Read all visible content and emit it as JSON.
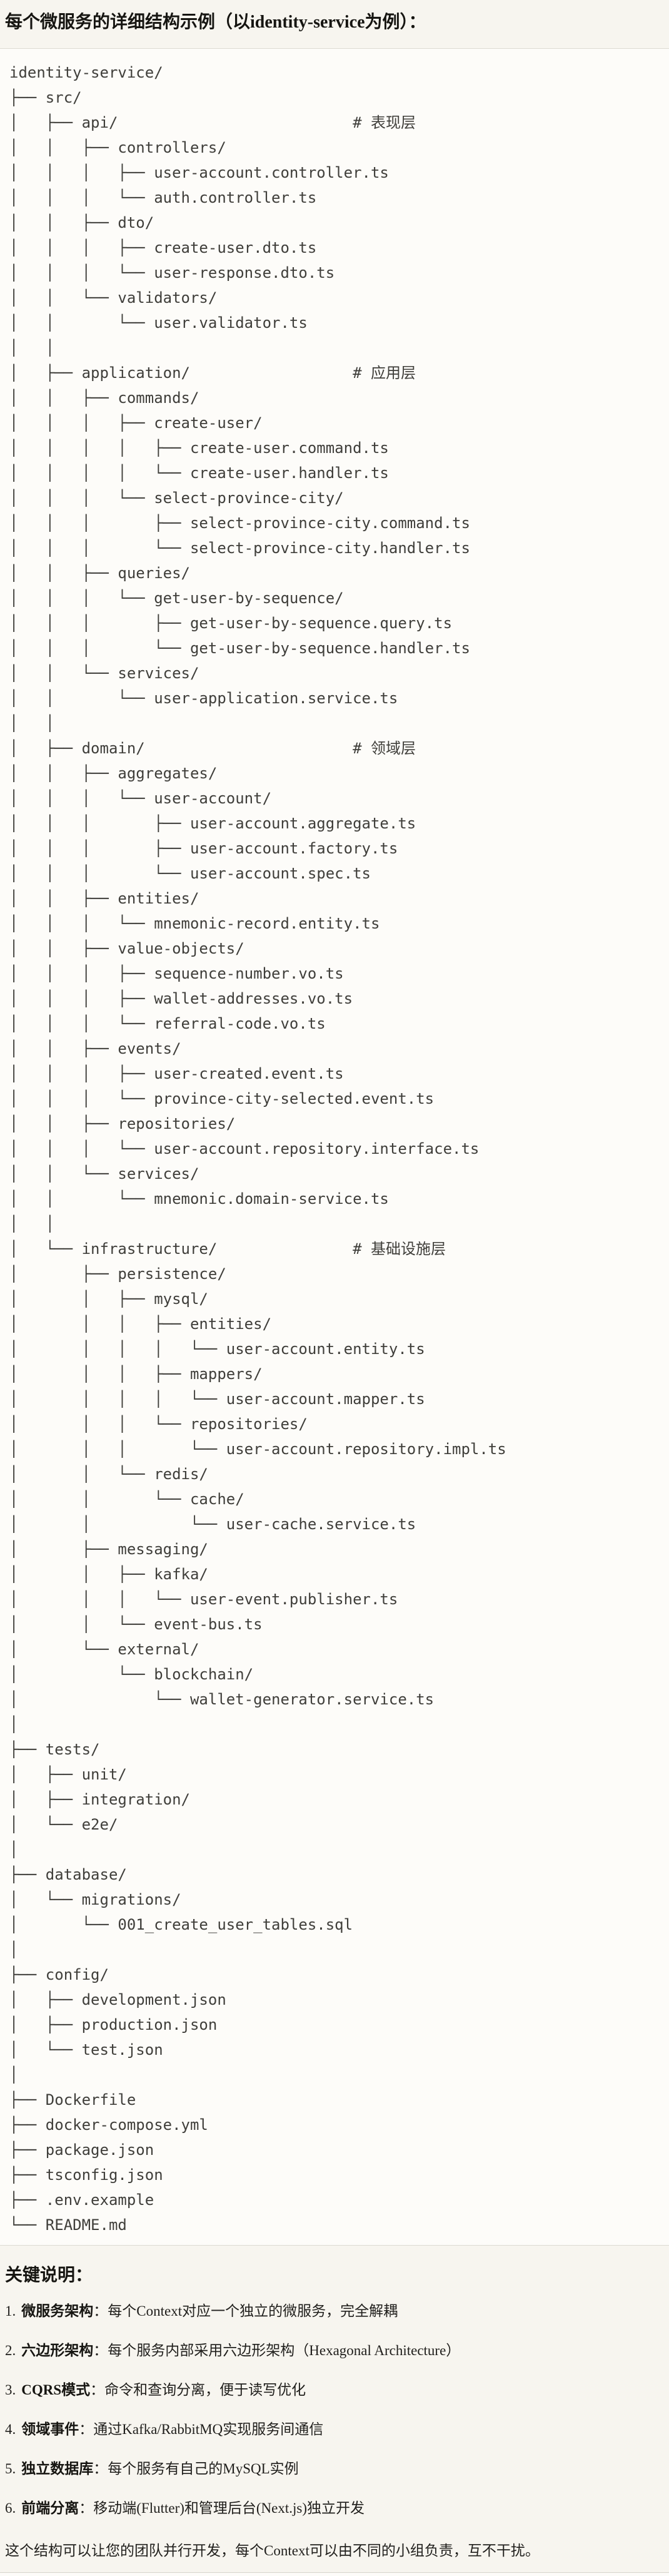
{
  "page": {
    "title": "每个微服务的详细结构示例（以identity-service为例）："
  },
  "code_block": {
    "language": "text",
    "lines": [
      "identity-service/",
      "├── src/",
      "│   ├── api/                          # 表现层",
      "│   │   ├── controllers/",
      "│   │   │   ├── user-account.controller.ts",
      "│   │   │   └── auth.controller.ts",
      "│   │   ├── dto/",
      "│   │   │   ├── create-user.dto.ts",
      "│   │   │   └── user-response.dto.ts",
      "│   │   └── validators/",
      "│   │       └── user.validator.ts",
      "│   │",
      "│   ├── application/                  # 应用层",
      "│   │   ├── commands/",
      "│   │   │   ├── create-user/",
      "│   │   │   │   ├── create-user.command.ts",
      "│   │   │   │   └── create-user.handler.ts",
      "│   │   │   └── select-province-city/",
      "│   │   │       ├── select-province-city.command.ts",
      "│   │   │       └── select-province-city.handler.ts",
      "│   │   ├── queries/",
      "│   │   │   └── get-user-by-sequence/",
      "│   │   │       ├── get-user-by-sequence.query.ts",
      "│   │   │       └── get-user-by-sequence.handler.ts",
      "│   │   └── services/",
      "│   │       └── user-application.service.ts",
      "│   │",
      "│   ├── domain/                       # 领域层",
      "│   │   ├── aggregates/",
      "│   │   │   └── user-account/",
      "│   │   │       ├── user-account.aggregate.ts",
      "│   │   │       ├── user-account.factory.ts",
      "│   │   │       └── user-account.spec.ts",
      "│   │   ├── entities/",
      "│   │   │   └── mnemonic-record.entity.ts",
      "│   │   ├── value-objects/",
      "│   │   │   ├── sequence-number.vo.ts",
      "│   │   │   ├── wallet-addresses.vo.ts",
      "│   │   │   └── referral-code.vo.ts",
      "│   │   ├── events/",
      "│   │   │   ├── user-created.event.ts",
      "│   │   │   └── province-city-selected.event.ts",
      "│   │   ├── repositories/",
      "│   │   │   └── user-account.repository.interface.ts",
      "│   │   └── services/",
      "│   │       └── mnemonic.domain-service.ts",
      "│   │",
      "│   └── infrastructure/               # 基础设施层",
      "│       ├── persistence/",
      "│       │   ├── mysql/",
      "│       │   │   ├── entities/",
      "│       │   │   │   └── user-account.entity.ts",
      "│       │   │   ├── mappers/",
      "│       │   │   │   └── user-account.mapper.ts",
      "│       │   │   └── repositories/",
      "│       │   │       └── user-account.repository.impl.ts",
      "│       │   └── redis/",
      "│       │       └── cache/",
      "│       │           └── user-cache.service.ts",
      "│       ├── messaging/",
      "│       │   ├── kafka/",
      "│       │   │   └── user-event.publisher.ts",
      "│       │   └── event-bus.ts",
      "│       └── external/",
      "│           └── blockchain/",
      "│               └── wallet-generator.service.ts",
      "│",
      "├── tests/",
      "│   ├── unit/",
      "│   ├── integration/",
      "│   └── e2e/",
      "│",
      "├── database/",
      "│   └── migrations/",
      "│       └── 001_create_user_tables.sql",
      "│",
      "├── config/",
      "│   ├── development.json",
      "│   ├── production.json",
      "│   └── test.json",
      "│",
      "├── Dockerfile",
      "├── docker-compose.yml",
      "├── package.json",
      "├── tsconfig.json",
      "├── .env.example",
      "└── README.md"
    ]
  },
  "notes": {
    "heading": "关键说明：",
    "items": [
      {
        "num": "1.",
        "label": "微服务架构",
        "sep": "：",
        "desc": "每个Context对应一个独立的微服务，完全解耦"
      },
      {
        "num": "2.",
        "label": "六边形架构",
        "sep": "：",
        "desc": "每个服务内部采用六边形架构（Hexagonal Architecture）"
      },
      {
        "num": "3.",
        "label": "CQRS模式",
        "sep": "：",
        "desc": "命令和查询分离，便于读写优化"
      },
      {
        "num": "4.",
        "label": "领域事件",
        "sep": "：",
        "desc": "通过Kafka/RabbitMQ实现服务间通信"
      },
      {
        "num": "5.",
        "label": "独立数据库",
        "sep": "：",
        "desc": "每个服务有自己的MySQL实例"
      },
      {
        "num": "6.",
        "label": "前端分离",
        "sep": "：",
        "desc": "移动端(Flutter)和管理后台(Next.js)独立开发"
      }
    ],
    "footer": "这个结构可以让您的团队并行开发，每个Context可以由不同的小组负责，互不干扰。"
  },
  "colors": {
    "page_bg": "#f7f5ef",
    "code_bg": "#fdfcf9",
    "code_border": "#dcdad2",
    "title_text": "#161511",
    "code_text": "#3f3e3a",
    "body_text": "#201f1c"
  }
}
